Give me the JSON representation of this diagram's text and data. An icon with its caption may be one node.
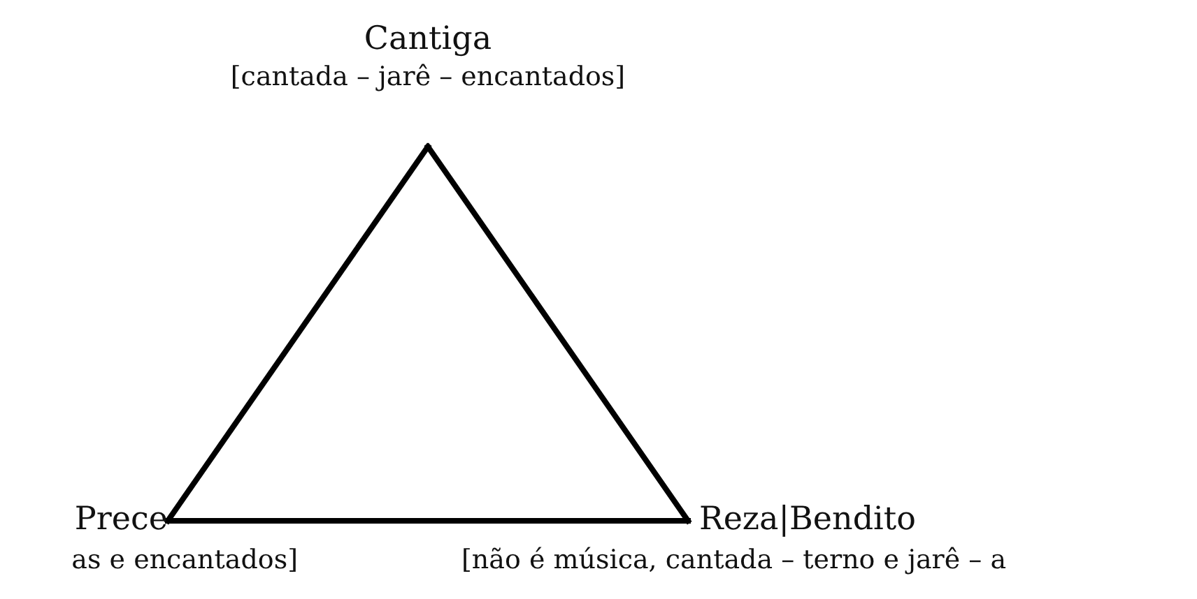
{
  "diagram": {
    "nodes": [
      {
        "text": [
          "Cantiga",
          "[cantada – jarê – encantados]"
        ]
      },
      {
        "text": [
          "Prece"
        ],
        "beside": [
          "as e encantados]"
        ]
      },
      {
        "text": [
          "Reza|Bendito"
        ],
        "beside": [
          "[não é música, cantada – terno e jarê – a"
        ]
      }
    ],
    "edges": [
      {
        "from": 0,
        "to": 1,
        "arrow": "none"
      },
      {
        "from": 1,
        "to": 2,
        "arrow": "none"
      },
      {
        "from": 2,
        "to": 0,
        "arrow": "none"
      }
    ]
  }
}
